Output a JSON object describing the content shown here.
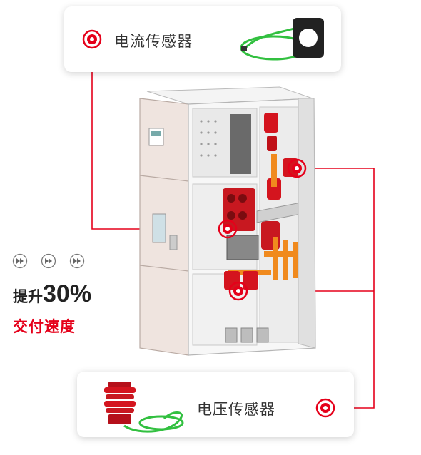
{
  "current_sensor": {
    "title": "电流传感器"
  },
  "voltage_sensor": {
    "title": "电压传感器"
  },
  "promo": {
    "boost_label": "提升",
    "boost_value": "30%",
    "speed_label": "交付速度"
  },
  "colors": {
    "accent": "#e5001a",
    "cable": "#32c040",
    "insulator": "#d4141e",
    "busbar": "#f08a1e",
    "cabinet": "#efe4df"
  },
  "icons": [
    "target-icon",
    "fast-forward-icon"
  ]
}
